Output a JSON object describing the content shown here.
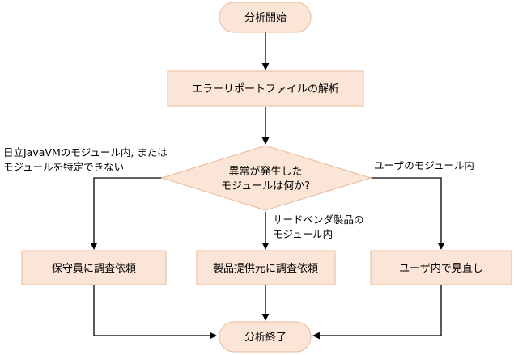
{
  "nodes": {
    "start": "分析開始",
    "analyze": "エラーリポートファイルの解析",
    "decision_line1": "異常が発生した",
    "decision_line2": "モジュールは何か?",
    "maintenance": "保守員に調査依頼",
    "vendor": "製品提供元に調査依頼",
    "user_review": "ユーザ内で見直し",
    "end": "分析終了"
  },
  "branches": {
    "left_line1": "日立JavaVMのモジュール内, または",
    "left_line2": "モジュールを特定できない",
    "middle_line1": "サードベンダ製品の",
    "middle_line2": "モジュール内",
    "right": "ユーザのモジュール内"
  }
}
